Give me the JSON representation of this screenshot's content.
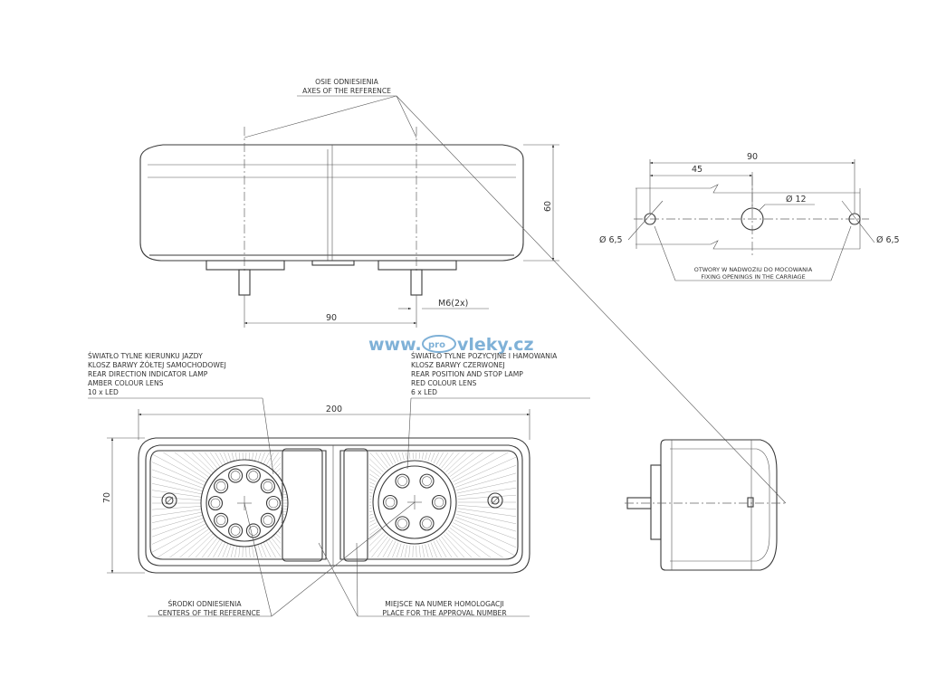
{
  "watermark": "www.",
  "watermark_logo": "pro",
  "watermark_tail": "vleky.cz",
  "labels": {
    "axes_pl": "OSIE ODNIESIENIA",
    "axes_en": "AXES OF THE REFERENCE",
    "direction_lamp": [
      "ŚWIATŁO TYLNE KIERUNKU JAZDY",
      "KLOSZ BARWY ŻÓŁTEJ SAMOCHODOWEJ",
      "REAR DIRECTION INDICATOR LAMP",
      "AMBER COLOUR LENS",
      "10 x LED"
    ],
    "position_lamp": [
      "ŚWIATŁO TYLNE POZYCYJNE I HAMOWANIA",
      "KLOSZ BARWY CZERWONEJ",
      "REAR POSITION AND STOP LAMP",
      "RED COLOUR LENS",
      "6 x LED"
    ],
    "centers_pl": "ŚRODKI ODNIESIENIA",
    "centers_en": "CENTERS OF THE REFERENCE",
    "approval_pl": "MIEJSCE NA NUMER HOMOLOGACJI",
    "approval_en": "PLACE FOR THE APPROVAL NUMBER",
    "fixing_pl": "OTWORY W NADWOZIU DO MOCOWANIA",
    "fixing_en": "FIXING OPENINGS IN THE CARRIAGE"
  },
  "dimensions": {
    "height_top": "60",
    "bolt_spacing": "90",
    "thread": "M6(2x)",
    "width_front": "200",
    "height_front": "70",
    "hole_span": "90",
    "hole_half": "45",
    "hole_center": "Ø 12",
    "hole_left": "Ø 6,5",
    "hole_right": "Ø 6,5"
  },
  "colors": {
    "line": "#3a3a3a",
    "watermark": "#4d93c8"
  }
}
